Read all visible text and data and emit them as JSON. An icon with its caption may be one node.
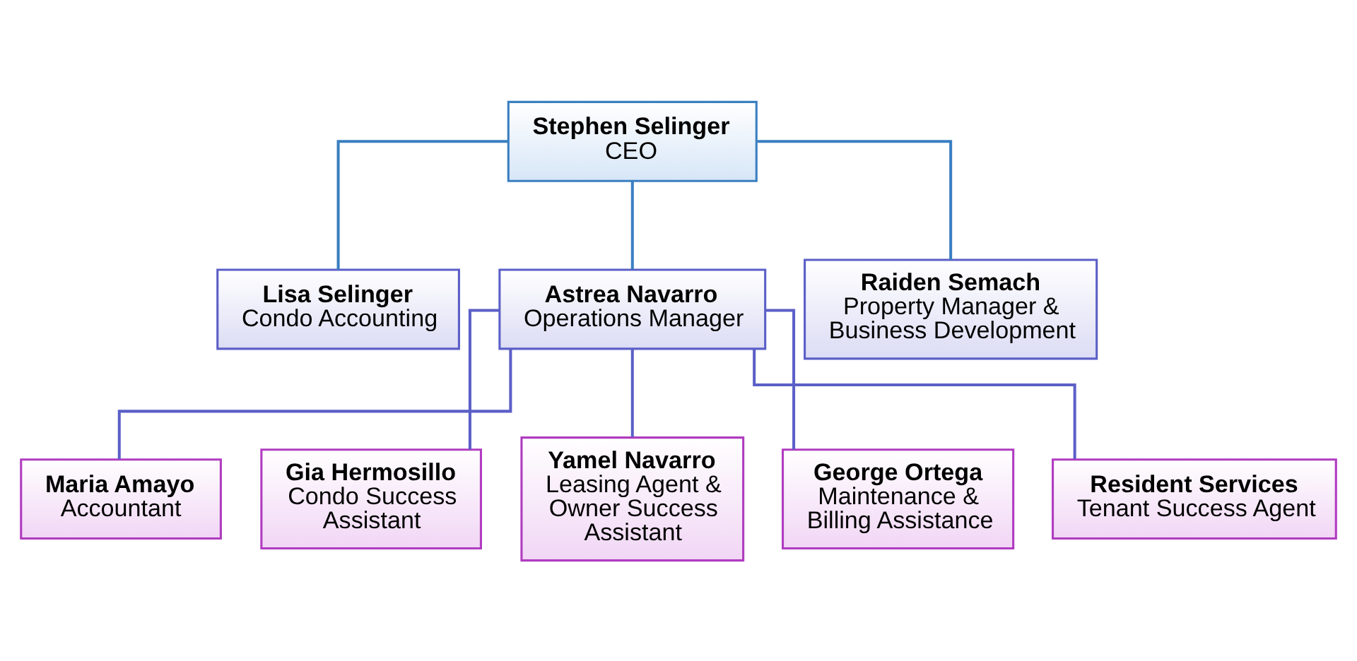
{
  "diagram": {
    "nodes": [
      {
        "text": [
          "Stephen Selinger",
          "CEO"
        ]
      },
      {
        "text": [
          "Lisa Selinger",
          "Condo Accounting"
        ]
      },
      {
        "text": [
          "Astrea Navarro",
          "Operations Manager"
        ]
      },
      {
        "text": [
          "Raiden Semach",
          "Property Manager & Business Development"
        ]
      },
      {
        "text": [
          "Maria Amayo",
          "Accountant"
        ]
      },
      {
        "text": [
          "Gia Hermosillo",
          "Condo Success Assistant"
        ]
      },
      {
        "text": [
          "Yamel Navarro",
          "Leasing Agent & Owner Success Assistant"
        ]
      },
      {
        "text": [
          "George Ortega",
          "Maintenance & Billing Assistance"
        ]
      },
      {
        "text": [
          "Resident Services",
          "Tenant Success Agent"
        ]
      }
    ],
    "edges": [
      {
        "from": 0,
        "to": 1,
        "arrow": "none",
        "color": "#3a7fc1"
      },
      {
        "from": 0,
        "to": 2,
        "arrow": "none",
        "color": "#3a7fc1"
      },
      {
        "from": 0,
        "to": 3,
        "arrow": "none",
        "color": "#3a7fc1"
      },
      {
        "from": 2,
        "to": 4,
        "arrow": "none"
      },
      {
        "from": 2,
        "to": 5,
        "arrow": "none"
      },
      {
        "from": 2,
        "to": 6,
        "arrow": "none"
      },
      {
        "from": 2,
        "to": 7,
        "arrow": "none"
      },
      {
        "from": 2,
        "to": 8,
        "arrow": "none"
      }
    ]
  }
}
